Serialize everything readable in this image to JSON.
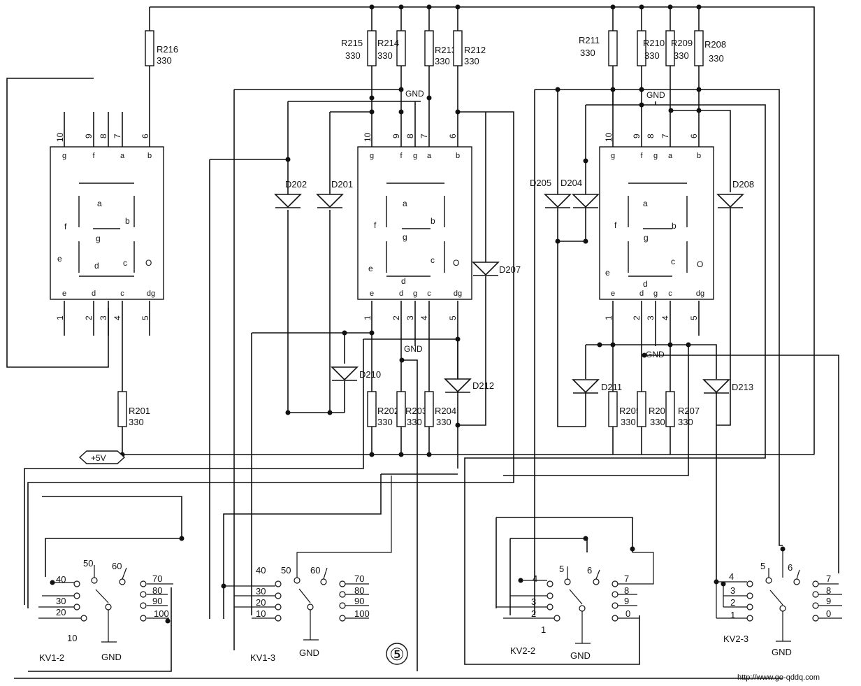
{
  "diagram": {
    "label": "⑤",
    "footer_url": "http://www.go-qddq.com",
    "supply_label": "+5V",
    "gnd": "GND",
    "resistor_value": "330",
    "displays": [
      {
        "top_pins": [
          {
            "n": "10",
            "s": "g"
          },
          {
            "n": "9",
            "s": "f"
          },
          {
            "n": "8",
            "s": ""
          },
          {
            "n": "7",
            "s": "a"
          },
          {
            "n": "6",
            "s": "b"
          }
        ],
        "bottom_pins": [
          {
            "n": "1",
            "s": "e"
          },
          {
            "n": "2",
            "s": "d"
          },
          {
            "n": "3",
            "s": ""
          },
          {
            "n": "4",
            "s": "c"
          },
          {
            "n": "5",
            "s": "dg"
          }
        ],
        "seg_labels": [
          "a",
          "b",
          "c",
          "d",
          "e",
          "f",
          "g",
          "O"
        ]
      },
      {
        "top_pins": [
          {
            "n": "10",
            "s": "g"
          },
          {
            "n": "9",
            "s": "f"
          },
          {
            "n": "8",
            "s": "g"
          },
          {
            "n": "7",
            "s": "a"
          },
          {
            "n": "6",
            "s": "b"
          }
        ],
        "bottom_pins": [
          {
            "n": "1",
            "s": "e"
          },
          {
            "n": "2",
            "s": "d"
          },
          {
            "n": "3",
            "s": "g"
          },
          {
            "n": "4",
            "s": "c"
          },
          {
            "n": "5",
            "s": "dg"
          }
        ],
        "seg_labels": [
          "a",
          "b",
          "c",
          "d",
          "e",
          "f",
          "g",
          "O"
        ]
      },
      {
        "top_pins": [
          {
            "n": "10",
            "s": "g"
          },
          {
            "n": "9",
            "s": "f"
          },
          {
            "n": "8",
            "s": "g"
          },
          {
            "n": "7",
            "s": "a"
          },
          {
            "n": "6",
            "s": "b"
          }
        ],
        "bottom_pins": [
          {
            "n": "1",
            "s": "e"
          },
          {
            "n": "2",
            "s": "d"
          },
          {
            "n": "3",
            "s": "g"
          },
          {
            "n": "4",
            "s": "c"
          },
          {
            "n": "5",
            "s": "dg"
          }
        ],
        "seg_labels": [
          "a",
          "b",
          "c",
          "d",
          "e",
          "f",
          "g",
          "O"
        ]
      }
    ],
    "resistors": [
      "R216",
      "R215",
      "R214",
      "R213",
      "R212",
      "R211",
      "R210",
      "R209",
      "R208",
      "R201",
      "R202",
      "R203",
      "R204",
      "R205",
      "R206",
      "R207"
    ],
    "diodes": [
      "D202",
      "D201",
      "D207",
      "D210",
      "D212",
      "D205",
      "D204",
      "D208",
      "D211",
      "D213"
    ],
    "switches": [
      {
        "name": "KV1-2",
        "extra": "10",
        "positions": [
          "40",
          "50",
          "60",
          "70",
          "30",
          "80",
          "90",
          "20",
          "100"
        ]
      },
      {
        "name": "KV1-3",
        "positions": [
          "40",
          "50",
          "60",
          "70",
          "30",
          "80",
          "20",
          "90",
          "10",
          "100"
        ]
      },
      {
        "name": "KV2-2",
        "extra": "1",
        "positions": [
          "4",
          "5",
          "6",
          "7",
          "8",
          "3",
          "9",
          "2",
          "0"
        ]
      },
      {
        "name": "KV2-3",
        "positions": [
          "4",
          "5",
          "6",
          "7",
          "3",
          "8",
          "2",
          "9",
          "1",
          "0"
        ]
      }
    ]
  }
}
